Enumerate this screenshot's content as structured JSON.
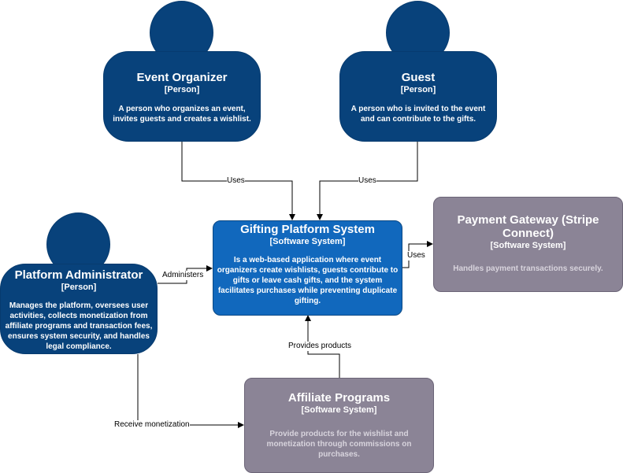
{
  "people": {
    "organizer": {
      "name": "Event Organizer",
      "type": "[Person]",
      "description": "A person who organizes an event, invites guests and creates a wishlist."
    },
    "guest": {
      "name": "Guest",
      "type": "[Person]",
      "description": "A person who is invited to the event and can contribute to the gifts."
    },
    "admin": {
      "name": "Platform Administrator",
      "type": "[Person]",
      "description": "Manages the platform, oversees user activities, collects monetization from affiliate programs and transaction fees, ensures system security, and handles legal compliance."
    }
  },
  "systems": {
    "gifting": {
      "name": "Gifting Platform System",
      "type": "[Software System]",
      "description": "Is a web-based application where event organizers create wishlists, guests contribute to gifts or leave cash gifts, and the system facilitates purchases while preventing duplicate gifting."
    },
    "payment": {
      "name": "Payment Gateway (Stripe Connect)",
      "type": "[Software System]",
      "description": "Handles payment transactions securely."
    },
    "affiliate": {
      "name": "Affiliate Programs",
      "type": "[Software System]",
      "description": "Provide products for the wishlist and monetization through commissions on purchases."
    }
  },
  "relationships": {
    "organizer_uses": "Uses",
    "guest_uses": "Uses",
    "admin_administers": "Administers",
    "system_uses_payment": "Uses",
    "affiliate_provides": "Provides products",
    "admin_receives": "Receive monetization"
  },
  "colors": {
    "person": "#08427b",
    "internal_system": "#1168bd",
    "external_system": "#8b8496"
  }
}
